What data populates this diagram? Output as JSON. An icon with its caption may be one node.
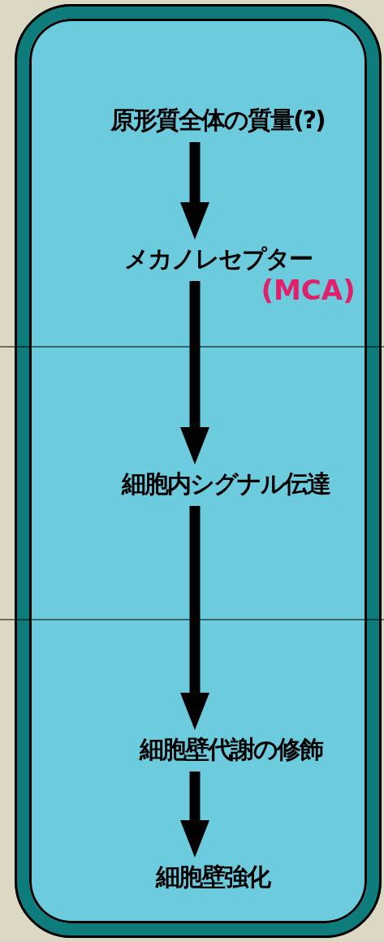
{
  "diagram": {
    "nodes": [
      {
        "text": [],
        "shape": "box"
      },
      {
        "text": [
          "原形質全体の質量(?)"
        ],
        "in": 0
      },
      {
        "text": [
          "メカノレセプター"
        ],
        "beside": [
          "(MCA)"
        ],
        "in": 0
      },
      {
        "text": [
          "細胞内シグナル伝達"
        ],
        "in": 0
      },
      {
        "text": [
          "細胞壁代謝の修飾"
        ],
        "in": 0
      },
      {
        "text": [
          "細胞壁強化"
        ],
        "in": 0
      }
    ],
    "edges": [
      {
        "from": 1,
        "to": 2,
        "arrow": "to"
      },
      {
        "from": 2,
        "to": 3,
        "arrow": "to"
      },
      {
        "from": 3,
        "to": 4,
        "arrow": "to"
      },
      {
        "from": 4,
        "to": 5,
        "arrow": "to"
      }
    ]
  }
}
